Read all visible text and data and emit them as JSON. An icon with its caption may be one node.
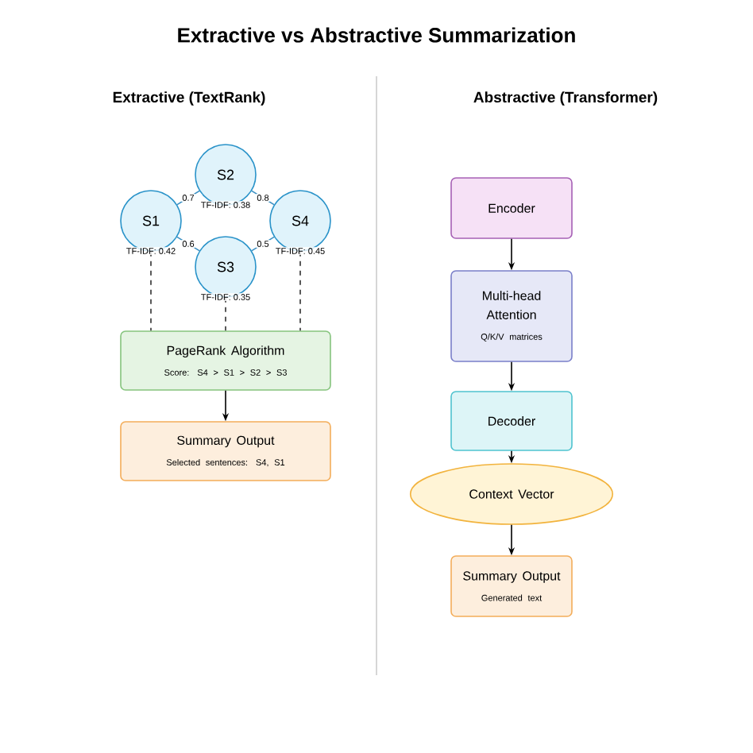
{
  "diagram": {
    "title": "Extractive vs Abstractive Summarization",
    "nodes": [
      {
        "text": [
          "S1"
        ],
        "beside": [
          "TF-IDF: 0.42"
        ]
      },
      {
        "text": [
          "S2"
        ],
        "beside": [
          "TF-IDF: 0.38"
        ]
      },
      {
        "text": [
          "S3"
        ],
        "beside": [
          "TF-IDF: 0.35"
        ]
      },
      {
        "text": [
          "S4"
        ],
        "beside": [
          "TF-IDF: 0.45"
        ]
      },
      {
        "text": [
          "PageRank Algorithm",
          "Score: S4 > S1 > S2 > S3"
        ]
      },
      {
        "text": [
          "Summary Output",
          "Selected sentences: S4, S1"
        ]
      },
      {
        "text": [
          "Encoder"
        ]
      },
      {
        "text": [
          "Multi-head Attention",
          "Q/K/V matrices"
        ]
      },
      {
        "text": [
          "Decoder"
        ]
      },
      {
        "text": [
          "Context Vector"
        ]
      },
      {
        "text": [
          "Summary Output",
          "Generated text"
        ]
      }
    ],
    "edges": [
      {
        "from": 0,
        "to": 1,
        "arrow": "none",
        "label": "0.7",
        "color": "#3a8fc2"
      },
      {
        "from": 1,
        "to": 3,
        "arrow": "none",
        "label": "0.8",
        "color": "#3a8fc2"
      },
      {
        "from": 0,
        "to": 2,
        "arrow": "none",
        "label": "0.6",
        "color": "#3a8fc2"
      },
      {
        "from": 2,
        "to": 3,
        "arrow": "none",
        "label": "0.5",
        "color": "#3a8fc2"
      },
      {
        "from": 0,
        "to": 4,
        "arrow": "none",
        "style": "dashed"
      },
      {
        "from": 2,
        "to": 4,
        "arrow": "none",
        "style": "dashed"
      },
      {
        "from": 3,
        "to": 4,
        "arrow": "none",
        "style": "dashed"
      },
      {
        "from": 4,
        "to": 5,
        "arrow": "to"
      },
      {
        "from": 6,
        "to": 7,
        "arrow": "to"
      },
      {
        "from": 7,
        "to": 8,
        "arrow": "to"
      },
      {
        "from": 8,
        "to": 9,
        "arrow": "to"
      },
      {
        "from": 9,
        "to": 10,
        "arrow": "to"
      }
    ],
    "labels": [
      "Extractive (TextRank)",
      "Abstractive (Transformer)"
    ]
  }
}
